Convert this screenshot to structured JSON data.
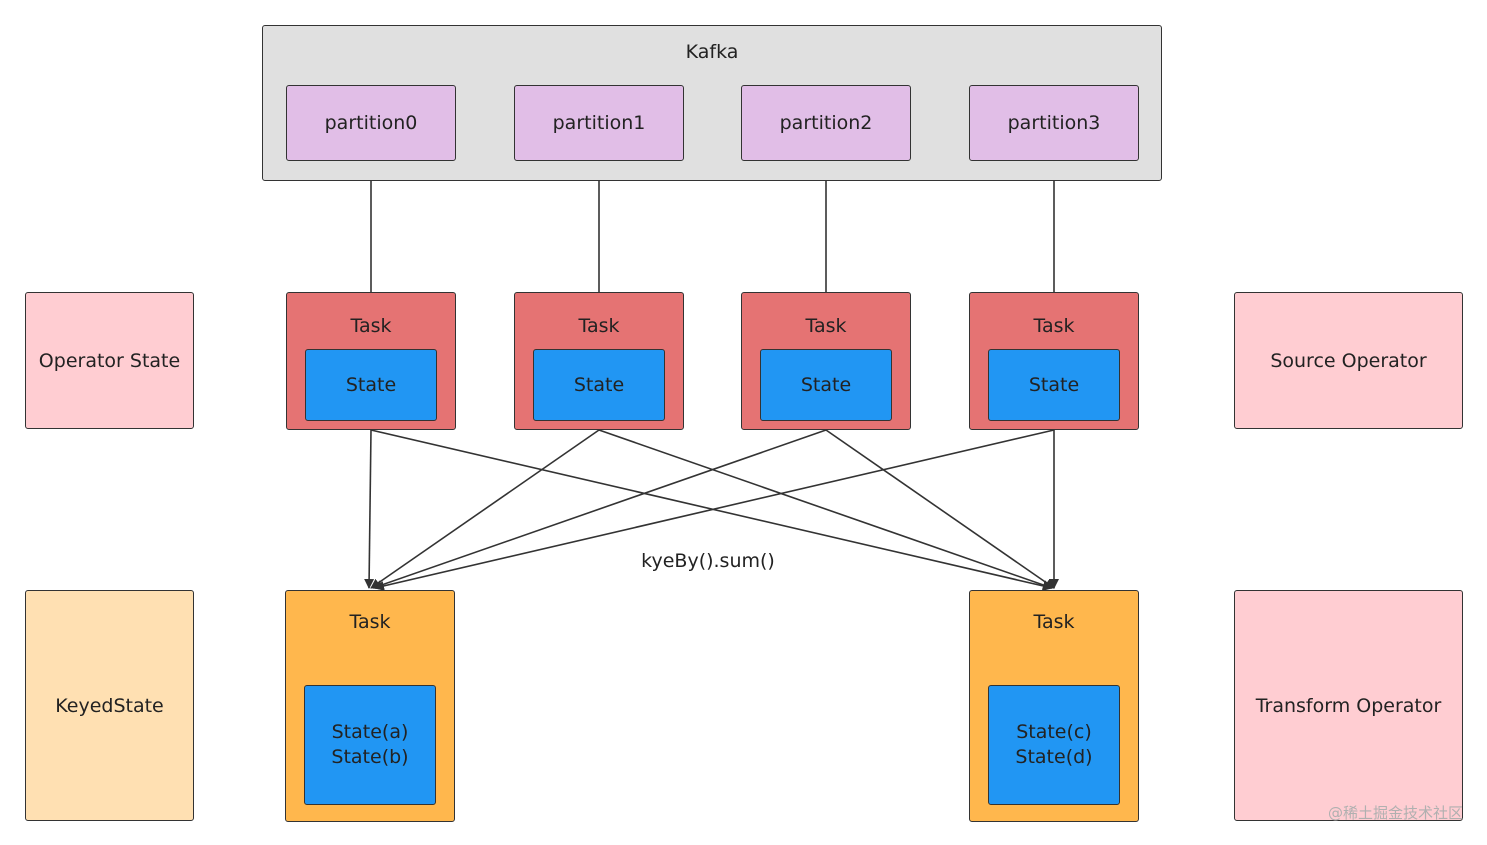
{
  "kafka": {
    "title": "Kafka",
    "partitions": [
      "partition0",
      "partition1",
      "partition2",
      "partition3"
    ]
  },
  "source_tasks": [
    {
      "title": "Task",
      "state": "State"
    },
    {
      "title": "Task",
      "state": "State"
    },
    {
      "title": "Task",
      "state": "State"
    },
    {
      "title": "Task",
      "state": "State"
    }
  ],
  "transform_tasks": [
    {
      "title": "Task",
      "state_line1": "State(a)",
      "state_line2": "State(b)"
    },
    {
      "title": "Task",
      "state_line1": "State(c)",
      "state_line2": "State(d)"
    }
  ],
  "edge_label": "kyeBy().sum()",
  "legend": {
    "operator_state": "Operator State",
    "keyed_state": "KeyedState",
    "source_operator": "Source Operator",
    "transform_operator": "Transform Operator"
  },
  "watermark": "@稀土掘金技术社区",
  "colors": {
    "kafka_bg": "#e0e0e0",
    "partition": "#e1bee7",
    "source_task": "#e57373",
    "state": "#2196f3",
    "transform_task": "#ffb74d",
    "legend_pink": "#ffcdd2",
    "legend_orange": "#ffe0b2"
  }
}
